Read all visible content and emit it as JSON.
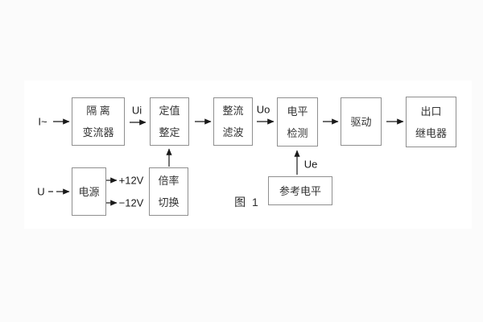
{
  "figure": {
    "caption": "图 1"
  },
  "labels": {
    "input_current": "I~",
    "input_voltage": "U",
    "ui": "Ui",
    "uo": "Uo",
    "ue": "Ue",
    "plus12v": "+12V",
    "minus12v": "−12V"
  },
  "blocks": {
    "isolation_transformer": {
      "line1": "隔 离",
      "line2": "变流器"
    },
    "setpoint_setting": {
      "line1": "定值",
      "line2": "整定"
    },
    "rectifier_filter": {
      "line1": "整流",
      "line2": "滤波"
    },
    "level_detection": {
      "line1": "电平",
      "line2": "检测"
    },
    "drive": {
      "label": "驱动"
    },
    "output_relay": {
      "line1": "出口",
      "line2": "继电器"
    },
    "power_supply": {
      "label": "电源"
    },
    "ratio_switch": {
      "line1": "倍率",
      "line2": "切换"
    },
    "reference_level": {
      "label": "参考电平"
    }
  },
  "colors": {
    "background": "#fbfbfb",
    "band": "#ffffff",
    "box_border": "#8f8f8f",
    "text": "#333333",
    "arrow": "#1a1a1a"
  }
}
